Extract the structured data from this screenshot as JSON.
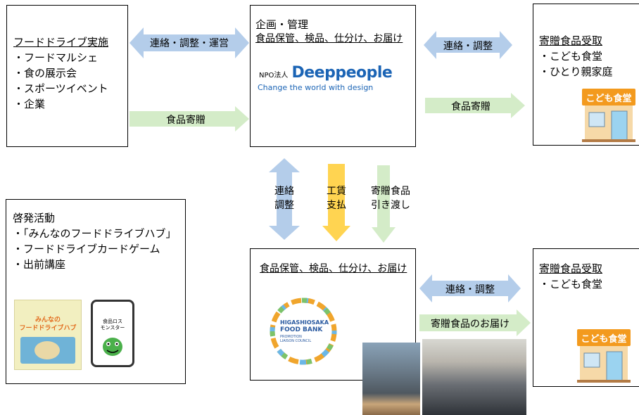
{
  "box_top_left": {
    "title": "フードドライブ実施",
    "items": [
      "・フードマルシェ",
      "・食の展示会",
      "・スポーツイベント",
      "・企業"
    ]
  },
  "box_top_center": {
    "line1": "企画・管理",
    "line2": "食品保管、検品、仕分け、お届け",
    "logo_prefix": "NPO法人",
    "logo_name": "Deeppeople",
    "logo_tagline": "Change the world with design"
  },
  "box_top_right": {
    "title": "寄贈食品受取",
    "items": [
      "・こども食堂",
      "・ひとり親家庭"
    ],
    "sign": "こども食堂"
  },
  "box_bottom_left": {
    "title": "啓発活動",
    "items": [
      "・「みんなのフードドライブハブ」",
      "・フードドライブカードゲーム",
      "・出前講座"
    ],
    "book_title_1": "みんなの",
    "book_title_2": "フードドライブハブ",
    "card_text": "食品ロス\nモンスター"
  },
  "box_bottom_center": {
    "title": "食品保管、検品、仕分け、お届け",
    "logo_line1": "HIGASHIOSAKA",
    "logo_line2": "FOOD BANK",
    "logo_line3": "PROMOTION",
    "logo_line4": "LIAISON COUNCIL"
  },
  "box_bottom_right": {
    "title": "寄贈食品受取",
    "items": [
      "・こども食堂"
    ],
    "sign": "こども食堂"
  },
  "arrows": {
    "top_left_double": "連絡・調整・運営",
    "top_left_single": "食品寄贈",
    "top_right_double": "連絡・調整",
    "top_right_single": "食品寄贈",
    "middle_v1": "連絡\n調整",
    "middle_v2": "工賃\n支払",
    "middle_v3": "寄贈食品\n引き渡し",
    "bottom_right_double": "連絡・調整",
    "bottom_right_single": "寄贈食品のお届け"
  },
  "colors": {
    "blue_arrow": "#b4cdea",
    "green_arrow": "#d4ecc8",
    "yellow_arrow": "#ffd451",
    "logo_blue": "#1b64b5",
    "sign_orange": "#f39a1e"
  }
}
